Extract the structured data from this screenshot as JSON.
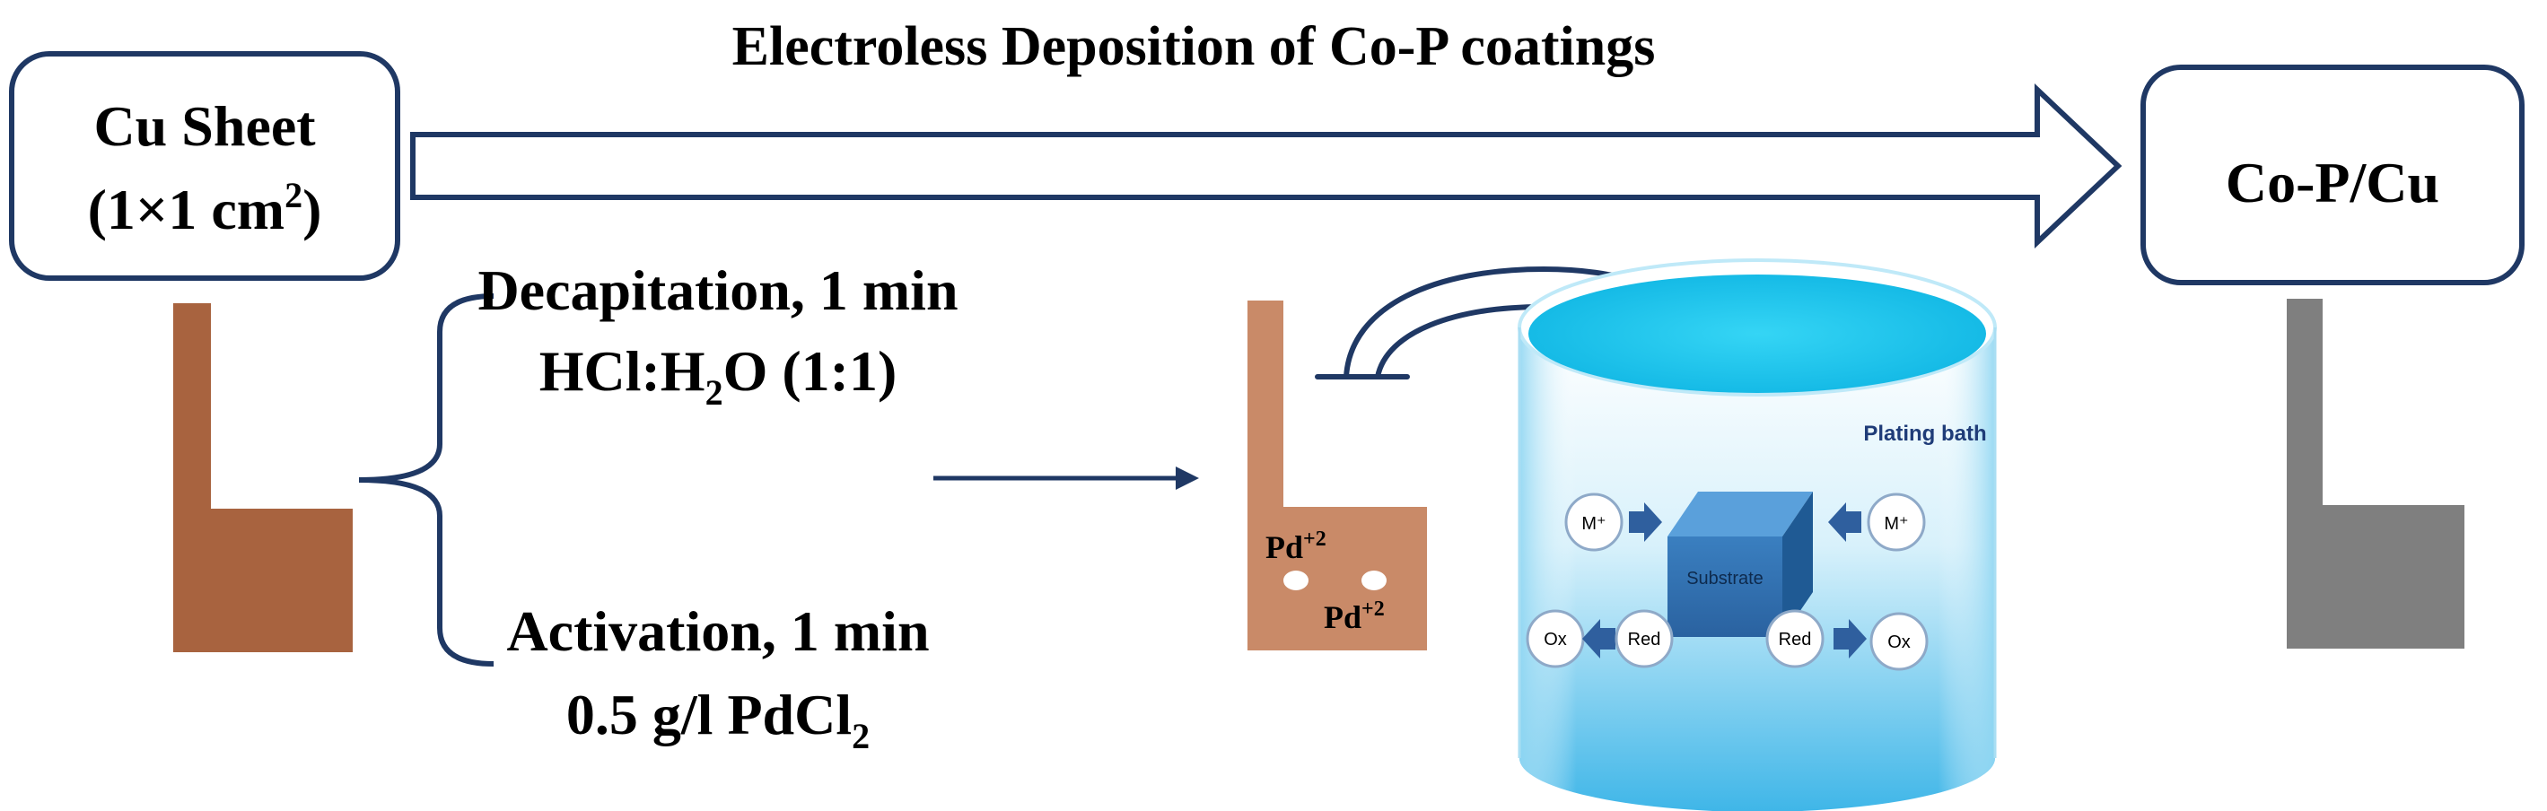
{
  "title": "Electroless Deposition of Co-P coatings",
  "start_box": {
    "line1": "Cu Sheet",
    "line2_prefix": "(1×1 cm",
    "line2_sup": "2",
    "line2_suffix": ")"
  },
  "end_box": {
    "label": "Co-P/Cu"
  },
  "steps": [
    {
      "name": "Decapitation, 1 min",
      "detail_prefix": "HCl:H",
      "detail_sub": "2",
      "detail_suffix": "O (1:1)"
    },
    {
      "name": "Activation, 1 min",
      "detail_prefix": "0.5 g/l PdCl",
      "detail_sub": "2",
      "detail_suffix": ""
    }
  ],
  "activated_sheet": {
    "label1_base": "Pd",
    "label1_sup": "+2",
    "label2_base": "Pd",
    "label2_sup": "+2"
  },
  "bath": {
    "title": "Plating bath",
    "substrate": "Substrate",
    "left_ion": "M⁺",
    "right_ion": "M⁺",
    "left_ox": "Ox",
    "right_ox": "Ox",
    "left_red": "Red",
    "right_red": "Red"
  },
  "colors": {
    "navy": "#1f3864",
    "copper": "#a8633f",
    "copper_activated": "#c98a68",
    "coated": "#7f7f7f",
    "water_top": "#1ec9ef",
    "cube": "#2e75b6",
    "arrow_blue": "#2f5f9e"
  }
}
